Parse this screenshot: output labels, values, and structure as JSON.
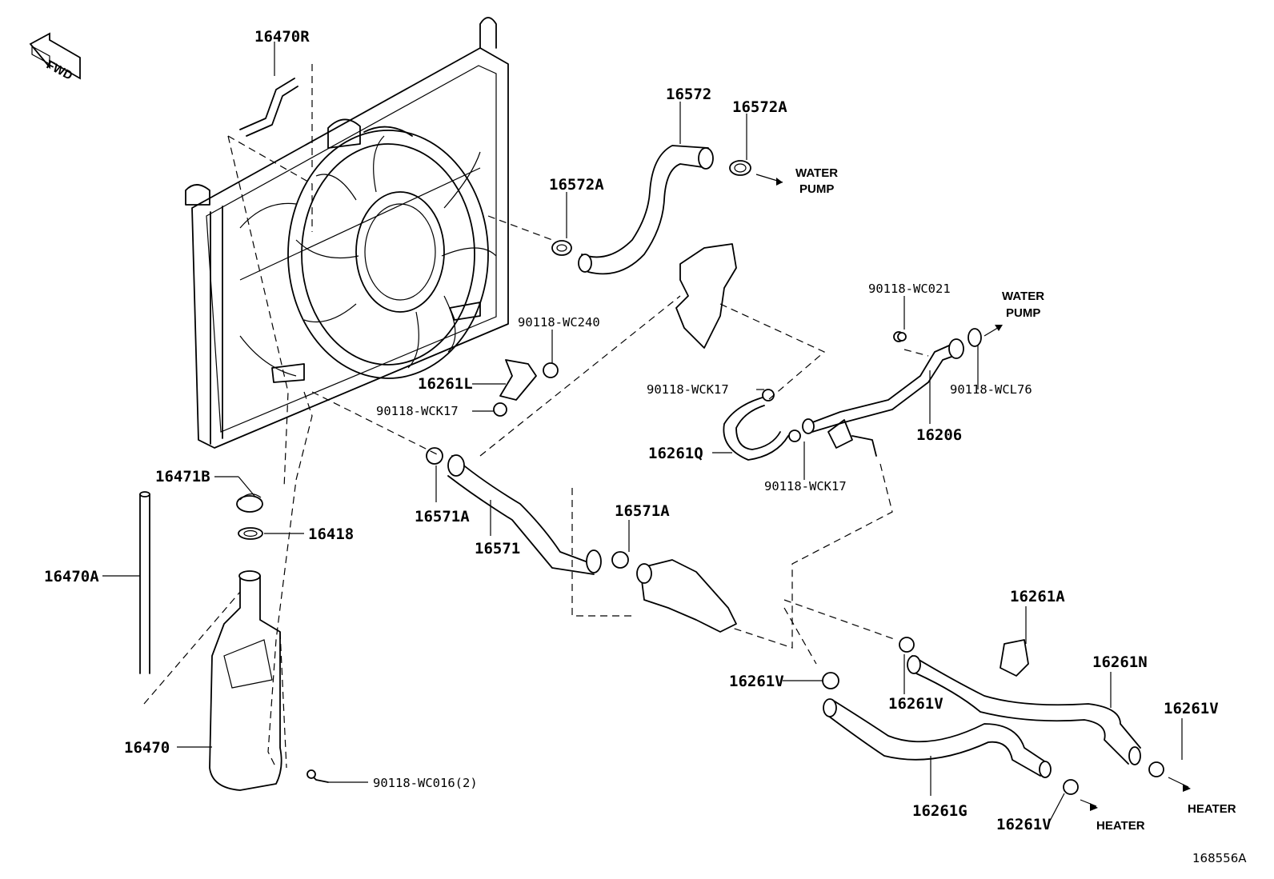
{
  "fwd_label": "FWD",
  "figure_id": "168556A",
  "destinations": {
    "water_pump_top": [
      "WATER",
      "PUMP"
    ],
    "water_pump_right": [
      "WATER",
      "PUMP"
    ],
    "heater_mid": "HEATER",
    "heater_right": "HEATER"
  },
  "labels": {
    "p16470R": "16470R",
    "p16572": "16572",
    "p16572A_top": "16572A",
    "p16572A_left": "16572A",
    "p90118_WC240": "90118-WC240",
    "p16261L": "16261L",
    "p90118_WCK17_a": "90118-WCK17",
    "p90118_WCK17_b": "90118-WCK17",
    "p90118_WCK17_c": "90118-WCK17",
    "p90118_WC021": "90118-WC021",
    "p90118_WCL76": "90118-WCL76",
    "p16206": "16206",
    "p16261Q": "16261Q",
    "p16471B": "16471B",
    "p16418": "16418",
    "p16571A_a": "16571A",
    "p16571A_b": "16571A",
    "p16571": "16571",
    "p16470A": "16470A",
    "p16261A": "16261A",
    "p16261N": "16261N",
    "p16261V_a": "16261V",
    "p16261V_b": "16261V",
    "p16261V_c": "16261V",
    "p16261V_d": "16261V",
    "p16261G": "16261G",
    "p16470": "16470",
    "p90118_WC016": "90118-WC016(2)"
  }
}
